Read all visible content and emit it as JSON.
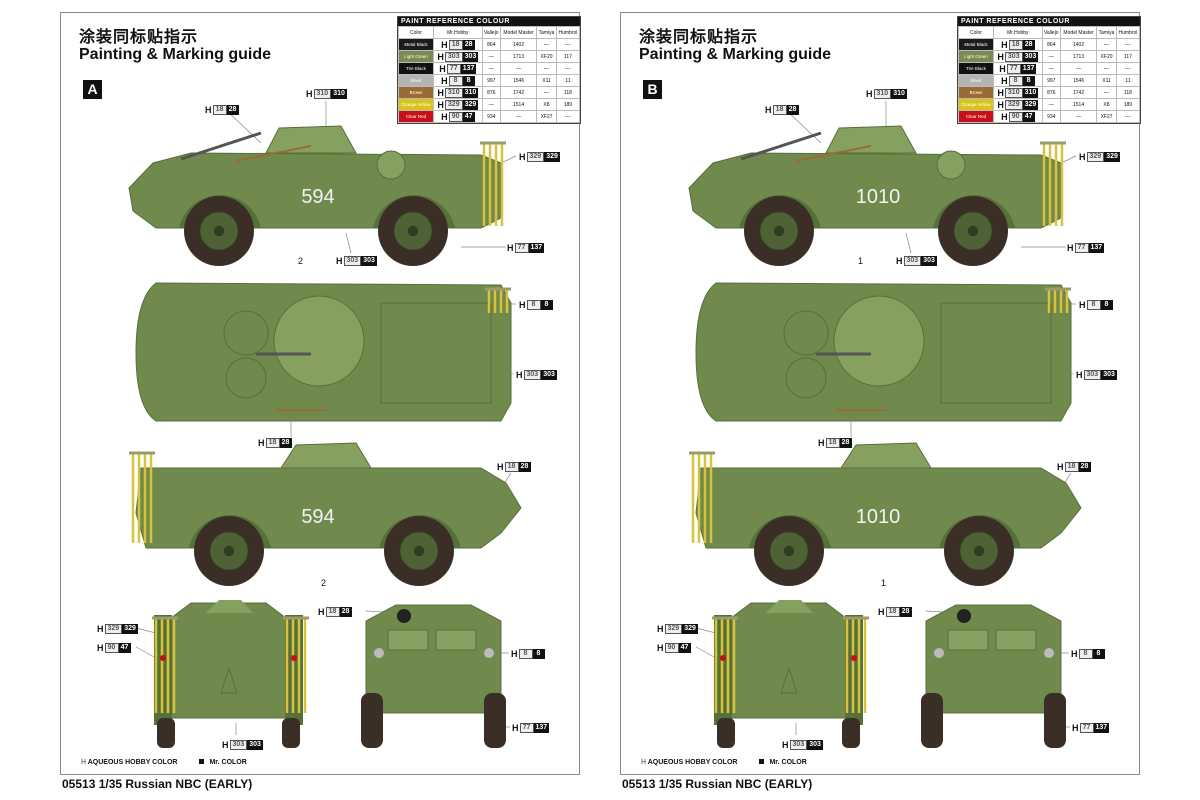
{
  "footer_label": "05513 1/35 Russian NBC (EARLY)",
  "title_cn": "涂装同标贴指示",
  "title_en": "Painting & Marking guide",
  "legend": {
    "aqueous": "AQUEOUS HOBBY COLOR",
    "mr": "Mr. COLOR",
    "h_prefix": "H"
  },
  "paint_table": {
    "title": "PAINT REFERENCE COLOUR",
    "headers": [
      "Color",
      "Mr.Hobby",
      "Vallejo",
      "Model Master",
      "Tamiya",
      "Humbrol"
    ],
    "rows": [
      {
        "color": "Metal Black",
        "swatch": "#1b1b1b",
        "h": "18",
        "mr": "28",
        "vallejo": "864",
        "model_master": "1402",
        "tamiya": "—",
        "humbrol": "—"
      },
      {
        "color": "Light Green",
        "swatch": "#7a8a52",
        "h": "303",
        "mr": "303",
        "vallejo": "—",
        "model_master": "1713",
        "tamiya": "XF20",
        "humbrol": "117"
      },
      {
        "color": "Tire Black",
        "swatch": "#111111",
        "h": "77",
        "mr": "137",
        "vallejo": "—",
        "model_master": "—",
        "tamiya": "—",
        "humbrol": "—"
      },
      {
        "color": "Silver",
        "swatch": "#b4b4b4",
        "h": "8",
        "mr": "8",
        "vallejo": "997",
        "model_master": "1546",
        "tamiya": "X11",
        "humbrol": "11"
      },
      {
        "color": "Brown",
        "swatch": "#9c6a34",
        "h": "310",
        "mr": "310",
        "vallejo": "876",
        "model_master": "1742",
        "tamiya": "—",
        "humbrol": "118"
      },
      {
        "color": "Orange Yellow",
        "swatch": "#d8c41c",
        "h": "329",
        "mr": "329",
        "vallejo": "—",
        "model_master": "1514",
        "tamiya": "X8",
        "humbrol": "189"
      },
      {
        "color": "Clear Red",
        "swatch": "#c81018",
        "h": "90",
        "mr": "47",
        "vallejo": "934",
        "model_master": "—",
        "tamiya": "XF27",
        "humbrol": "—"
      }
    ]
  },
  "panels": [
    {
      "letter": "A",
      "number": "594",
      "decal": "2"
    },
    {
      "letter": "B",
      "number": "1010",
      "decal": "1"
    }
  ],
  "callouts": [
    {
      "id": "turret-gun",
      "h": "18",
      "mr": "28"
    },
    {
      "id": "turret-top",
      "h": "310",
      "mr": "310"
    },
    {
      "id": "side-rods",
      "h": "329",
      "mr": "329"
    },
    {
      "id": "side-tires",
      "h": "77",
      "mr": "137"
    },
    {
      "id": "side-hull",
      "h": "303",
      "mr": "303"
    },
    {
      "id": "top-lights",
      "h": "8",
      "mr": "8"
    },
    {
      "id": "top-hull",
      "h": "303",
      "mr": "303"
    },
    {
      "id": "top-gun",
      "h": "18",
      "mr": "28"
    },
    {
      "id": "side2-tools",
      "h": "18",
      "mr": "28"
    },
    {
      "id": "rear-rods",
      "h": "329",
      "mr": "329"
    },
    {
      "id": "rear-lights",
      "h": "90",
      "mr": "47"
    },
    {
      "id": "rear-hull",
      "h": "303",
      "mr": "303"
    },
    {
      "id": "front-gun",
      "h": "18",
      "mr": "28"
    },
    {
      "id": "front-lights",
      "h": "8",
      "mr": "8"
    },
    {
      "id": "front-tires",
      "h": "77",
      "mr": "137"
    }
  ]
}
